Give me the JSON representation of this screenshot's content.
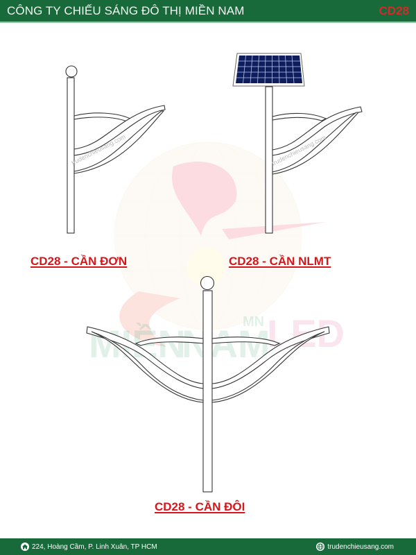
{
  "header": {
    "title": "CÔNG TY CHIẾU SÁNG ĐÔ THỊ MIỀN NAM",
    "code": "CD28"
  },
  "products": [
    {
      "caption": "CD28 - CẦN ĐƠN",
      "type": "single-arm",
      "watermark_text": "trudenchieusang.com"
    },
    {
      "caption": "CD28 - CẦN NLMT",
      "type": "solar-arm",
      "watermark_text": "trudenchieusang.com"
    },
    {
      "caption": "CD28 - CẦN ĐÔI",
      "type": "double-arm"
    }
  ],
  "watermark": {
    "logo_text_left": "MIỀN",
    "logo_text_mid": "NAM",
    "logo_text_right": "LED",
    "logo_badge": "MN"
  },
  "footer": {
    "address_icon": "home-icon",
    "address": "224, Hoàng Cầm, P. Linh Xuân, TP HCM",
    "website_icon": "globe-icon",
    "website": "trudenchieusang.com"
  },
  "colors": {
    "brand_green": "#186a3b",
    "caption_red": "#d9151c",
    "code_red": "#d42a2a",
    "solar_blue": "#0e1d5c"
  }
}
